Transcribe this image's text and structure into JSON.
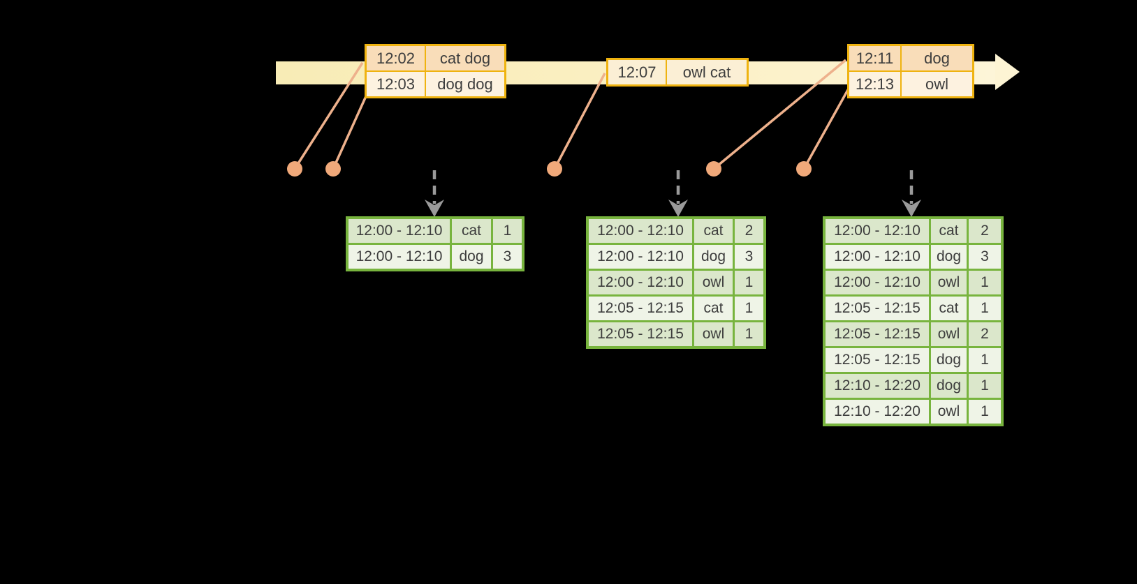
{
  "colors": {
    "background": "#000000",
    "timeline_band": "#fbf0c4",
    "event_table_border": "#efb310",
    "event_row_peach": "#f9ddb9",
    "event_row_cream": "#fdf2e0",
    "result_table_border": "#78b43e",
    "result_row_dark": "#dbe7cb",
    "result_row_light": "#eff4e7",
    "connector_line": "#eeb18c",
    "marker_dot": "#f0a97a",
    "trigger_arrow": "#9a9a9a"
  },
  "event_tables": [
    {
      "rows": [
        {
          "time": "12:02",
          "words": "cat dog"
        },
        {
          "time": "12:03",
          "words": "dog dog"
        }
      ]
    },
    {
      "rows": [
        {
          "time": "12:07",
          "words": "owl cat"
        }
      ]
    },
    {
      "rows": [
        {
          "time": "12:11",
          "words": "dog"
        },
        {
          "time": "12:13",
          "words": "owl"
        }
      ]
    }
  ],
  "result_tables": [
    {
      "rows": [
        {
          "window": "12:00 - 12:10",
          "word": "cat",
          "count": "1"
        },
        {
          "window": "12:00 - 12:10",
          "word": "dog",
          "count": "3"
        }
      ]
    },
    {
      "rows": [
        {
          "window": "12:00 - 12:10",
          "word": "cat",
          "count": "2"
        },
        {
          "window": "12:00 - 12:10",
          "word": "dog",
          "count": "3"
        },
        {
          "window": "12:00 - 12:10",
          "word": "owl",
          "count": "1"
        },
        {
          "window": "12:05 - 12:15",
          "word": "cat",
          "count": "1"
        },
        {
          "window": "12:05 - 12:15",
          "word": "owl",
          "count": "1"
        }
      ]
    },
    {
      "rows": [
        {
          "window": "12:00 - 12:10",
          "word": "cat",
          "count": "2"
        },
        {
          "window": "12:00 - 12:10",
          "word": "dog",
          "count": "3"
        },
        {
          "window": "12:00 - 12:10",
          "word": "owl",
          "count": "1"
        },
        {
          "window": "12:05 - 12:15",
          "word": "cat",
          "count": "1"
        },
        {
          "window": "12:05 - 12:15",
          "word": "owl",
          "count": "2"
        },
        {
          "window": "12:05 - 12:15",
          "word": "dog",
          "count": "1"
        },
        {
          "window": "12:10 - 12:20",
          "word": "dog",
          "count": "1"
        },
        {
          "window": "12:10 - 12:20",
          "word": "owl",
          "count": "1"
        }
      ]
    }
  ]
}
